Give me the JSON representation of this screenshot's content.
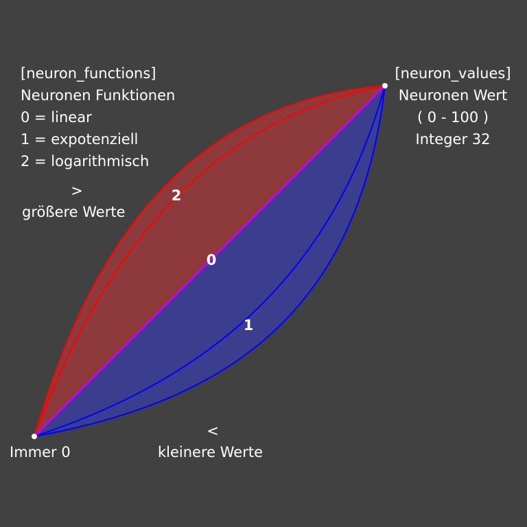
{
  "functions_block": {
    "title": "[neuron_functions]",
    "subtitle": "Neuronen Funktionen",
    "items": [
      "0 = linear",
      "1 = expotenziell",
      "2 = logarithmisch"
    ]
  },
  "values_block": {
    "title": "[neuron_values]",
    "subtitle": "Neuronen Wert",
    "range": "( 0 - 100 )",
    "type": "Integer 32"
  },
  "greater": {
    "symbol": ">",
    "label": "größere Werte"
  },
  "smaller": {
    "symbol": "<",
    "label": "kleinere Werte"
  },
  "origin_label": "Immer 0",
  "curve_labels": {
    "linear": "0",
    "exponential": "1",
    "logarithmic": "2"
  },
  "colors": {
    "background": "#414141",
    "upper_region": "#8e3a3d",
    "lower_region": "#3b3d8f",
    "log_curve": "#ff0000",
    "exp_curve": "#0000ff",
    "linear_curve": "#c000ff",
    "text": "#ffffff"
  }
}
